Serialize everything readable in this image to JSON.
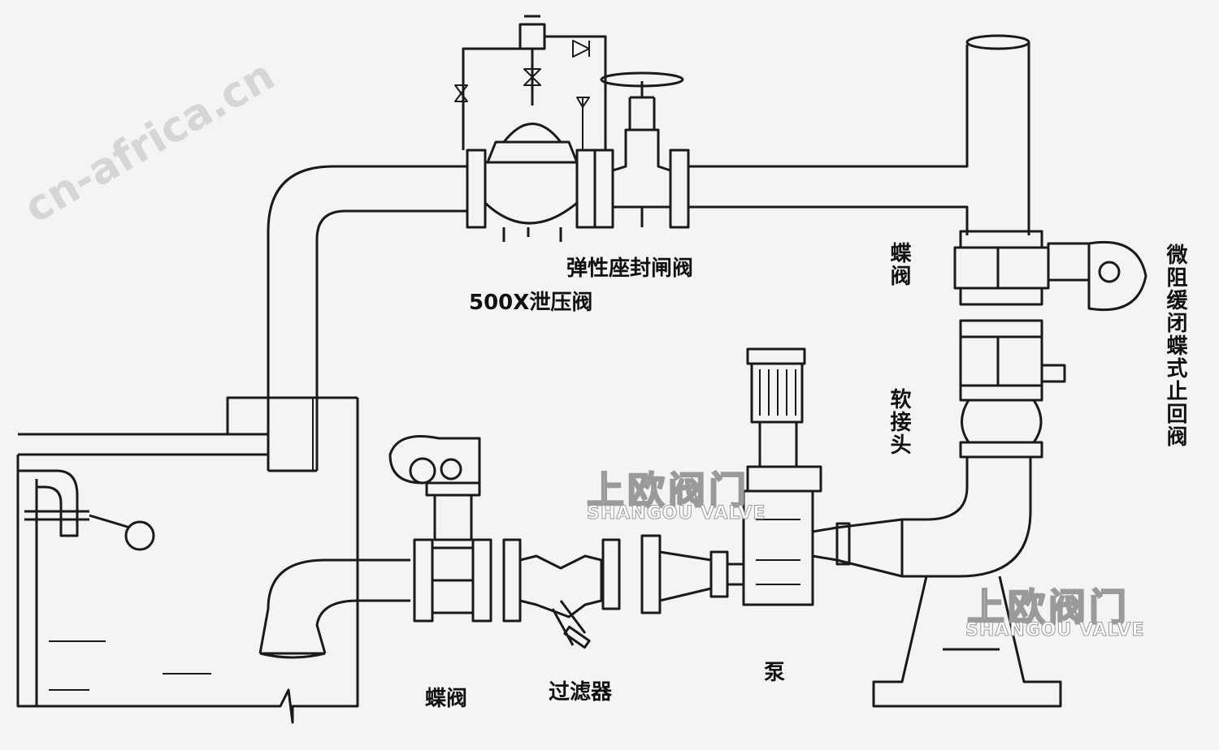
{
  "labels": {
    "gate_valve": "弹性座封闸阀",
    "relief_valve": "500X泄压阀",
    "butterfly_valve_top": "蝶阀",
    "soft_joint": "软接头",
    "check_valve": "微阻缓闭蝶式止回阀",
    "butterfly_valve_bottom": "蝶阀",
    "strainer": "过滤器",
    "pump": "泵"
  },
  "watermarks": {
    "brand_cn": "上欧阀门",
    "brand_en": "SHANGOU VALVE",
    "site": "cn-africa.cn"
  },
  "colors": {
    "line": "#1a1a1a",
    "background": "#f4f4f2"
  }
}
